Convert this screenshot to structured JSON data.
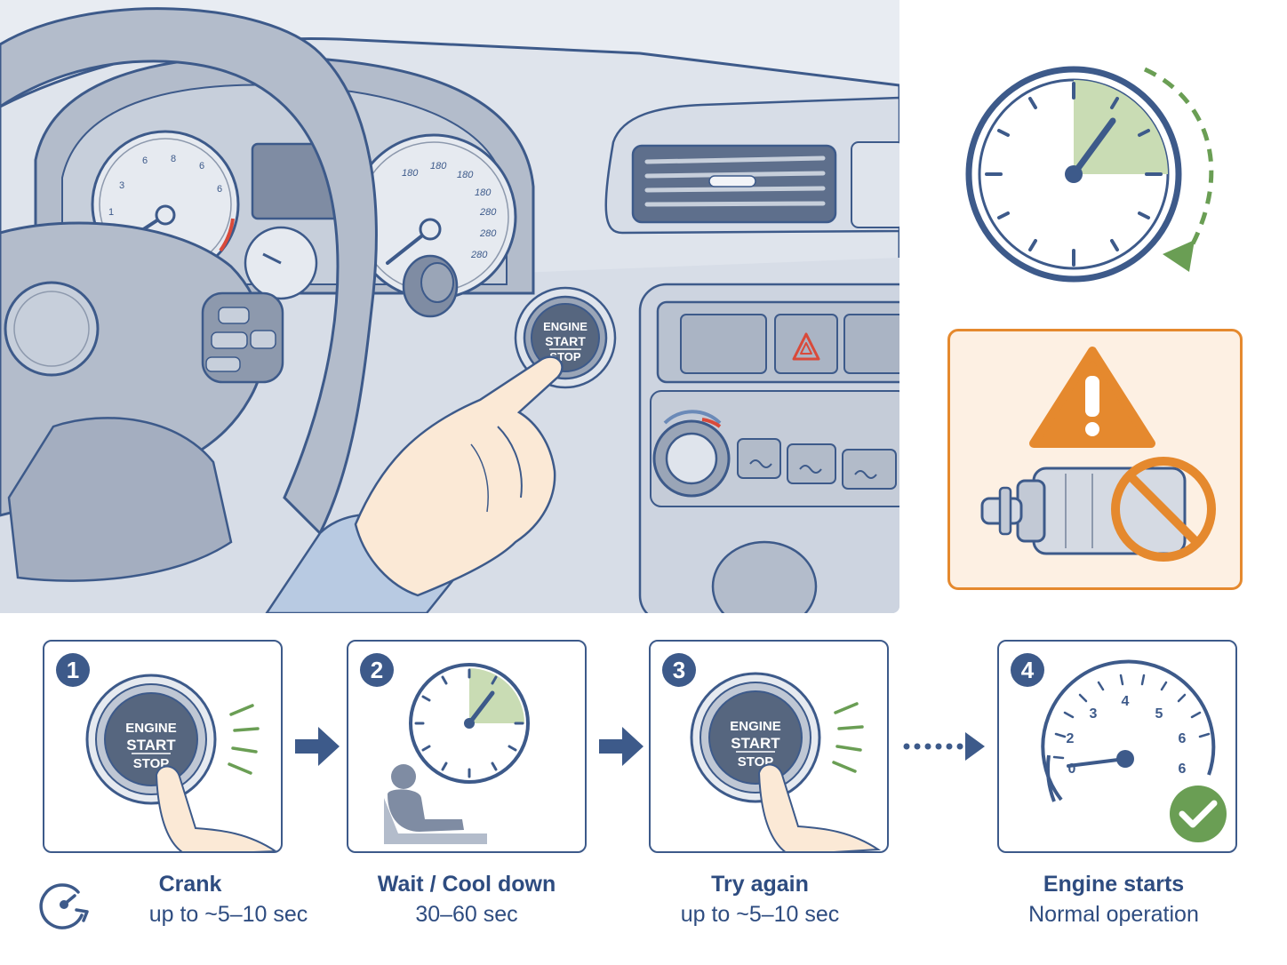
{
  "scene": {
    "button_label": [
      "ENGINE",
      "START",
      "STOP"
    ],
    "speedometer_ticks": [
      "180",
      "180",
      "180",
      "180",
      "280",
      "280",
      "280"
    ],
    "tach_ticks": [
      "6",
      "8",
      "6",
      "3",
      "1",
      "6"
    ]
  },
  "steps": [
    {
      "number": "1",
      "title": "Crank",
      "subtitle": "up to ~5–10 sec",
      "button_label": [
        "ENGINE",
        "START",
        "STOP"
      ]
    },
    {
      "number": "2",
      "title": "Wait / Cool down",
      "subtitle": "30–60 sec"
    },
    {
      "number": "3",
      "title": "Try again",
      "subtitle": "up to ~5–10 sec",
      "button_label": [
        "ENGINE",
        "START",
        "STOP"
      ]
    },
    {
      "number": "4",
      "title": "Engine starts",
      "subtitle": "Normal operation",
      "gauge_ticks": [
        "0",
        "2",
        "3",
        "4",
        "5",
        "6",
        "6"
      ]
    }
  ],
  "icons": {
    "timer": "stopwatch-icon",
    "warning": "warning-triangle-icon",
    "starter_prohibited": "starter-motor-prohibited-icon",
    "success": "checkmark-circle-icon",
    "crank_timer": "circular-timer-icon"
  },
  "colors": {
    "primary": "#3d5a8a",
    "warning": "#e5892e",
    "success": "#6a9e54",
    "timer_fill": "#c9dcb4",
    "hazard": "#d94a3a"
  }
}
